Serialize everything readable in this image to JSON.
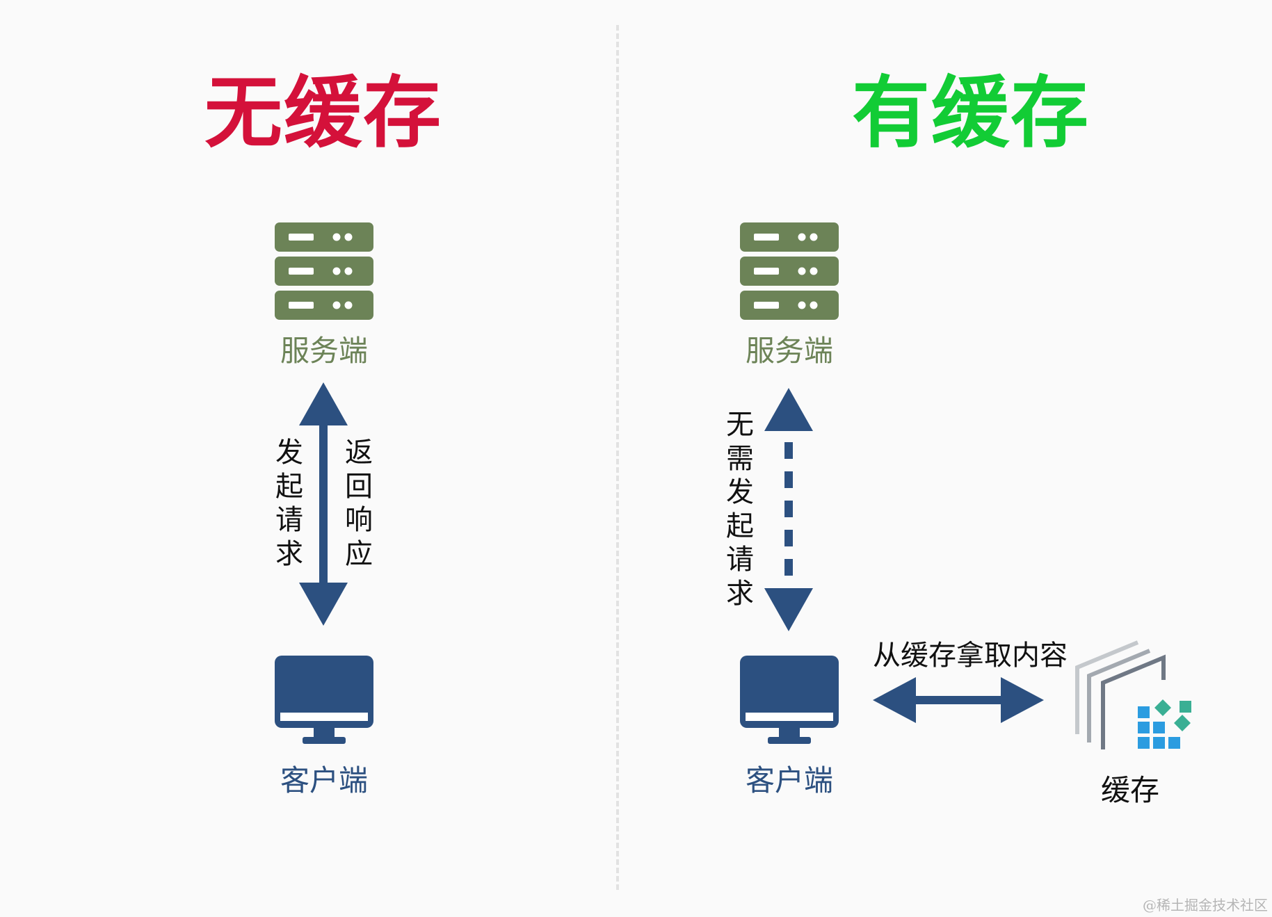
{
  "left_panel": {
    "title": "无缓存",
    "server_label": "服务端",
    "client_label": "客户端",
    "request_label": "发起请求",
    "response_label": "返回响应"
  },
  "right_panel": {
    "title": "有缓存",
    "server_label": "服务端",
    "client_label": "客户端",
    "no_request_label": "无需发起请求",
    "fetch_label": "从缓存拿取内容",
    "cache_label": "缓存"
  },
  "colors": {
    "no_cache_title": "#d4113a",
    "cache_title": "#12cc35",
    "server": "#6c8357",
    "client": "#2c5080",
    "arrow": "#2c5080"
  },
  "icons": [
    "server-icon",
    "monitor-icon",
    "cache-icon"
  ],
  "watermark": "@稀土掘金技术社区"
}
